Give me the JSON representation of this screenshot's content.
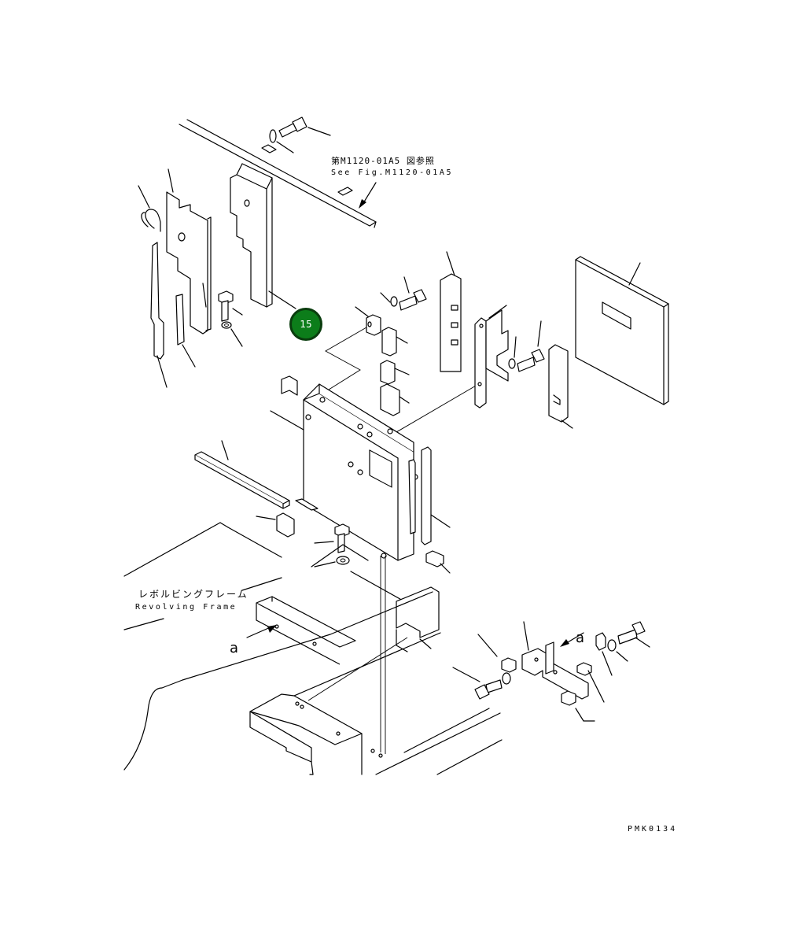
{
  "diagram": {
    "reference_jp": "第M1120-01A5 図参照",
    "reference_en": "See Fig.M1120-01A5",
    "frame_jp": "レボルビングフレーム",
    "frame_en": "Revolving Frame",
    "view_marker_1": "a",
    "view_marker_2": "a",
    "drawing_code": "PMK0134",
    "callout": {
      "number": "15",
      "color": "#0c7d1a",
      "border_color": "#0a3d0e",
      "text_color": "#ffffff"
    }
  }
}
